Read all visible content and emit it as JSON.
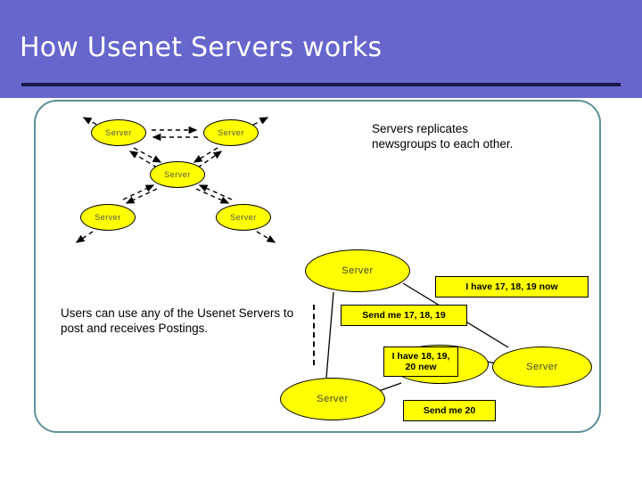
{
  "slide": {
    "title": "How Usenet Servers works",
    "header_color": "#6666cc",
    "frame_border_color": "#5f8f96",
    "node_fill_color": "#ffff00"
  },
  "paragraphs": {
    "replicate": "Servers replicates newsgroups to each other.",
    "users": "Users can use any of the Usenet Servers to post and receives Postings."
  },
  "diagram_top": {
    "nodes": [
      {
        "label": "Server"
      },
      {
        "label": "Server"
      },
      {
        "label": "Server"
      },
      {
        "label": "Server"
      },
      {
        "label": "Server"
      }
    ]
  },
  "diagram_bottom": {
    "nodes": [
      {
        "label": "Server"
      },
      {
        "label": "Server"
      },
      {
        "label": "Server"
      },
      {
        "label": "Server"
      }
    ],
    "messages": [
      {
        "text": "I have 17, 18, 19 now"
      },
      {
        "text": "Send me 17, 18, 19"
      },
      {
        "text": "I have 18, 19, 20 new"
      },
      {
        "text": "Send me 20"
      }
    ]
  }
}
